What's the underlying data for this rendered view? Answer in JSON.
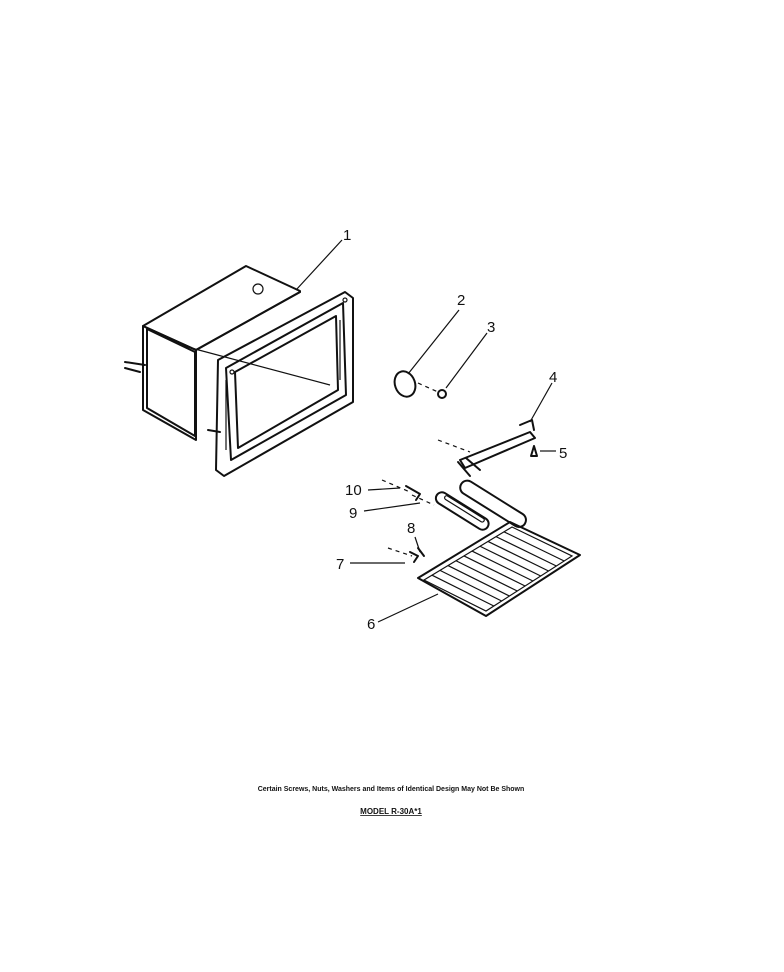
{
  "callouts": [
    {
      "label": "1"
    },
    {
      "label": "2"
    },
    {
      "label": "3"
    },
    {
      "label": "4"
    },
    {
      "label": "5"
    },
    {
      "label": "6"
    },
    {
      "label": "7"
    },
    {
      "label": "8"
    },
    {
      "label": "9"
    },
    {
      "label": "10"
    }
  ],
  "footer": {
    "note": "Certain Screws, Nuts, Washers and Items of Identical Design May Not Be Shown",
    "model": "MODEL R-30A*1"
  }
}
